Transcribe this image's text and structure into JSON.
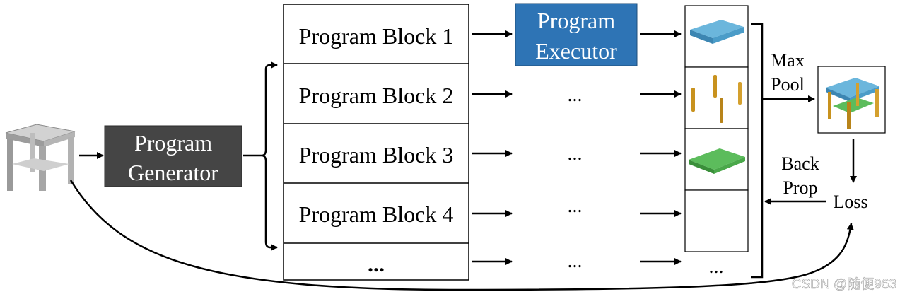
{
  "input_icon": "3d-table-model-icon",
  "generator": {
    "line1": "Program",
    "line2": "Generator"
  },
  "blocks": [
    {
      "label": "Program Block 1"
    },
    {
      "label": "Program Block 2"
    },
    {
      "label": "Program Block 3"
    },
    {
      "label": "Program Block 4"
    },
    {
      "label": "..."
    }
  ],
  "executor": {
    "line1": "Program",
    "line2": "Executor"
  },
  "middle_ellipses": [
    "...",
    "...",
    "...",
    "..."
  ],
  "output_ellipsis": "...",
  "output_icons": [
    "blue-tabletop-icon",
    "four-legs-icon",
    "green-shelf-icon",
    "empty-output",
    ""
  ],
  "max_pool": {
    "line1": "Max",
    "line2": "Pool"
  },
  "result_icon": "assembled-table-icon",
  "back_prop": {
    "line1": "Back",
    "line2": "Prop"
  },
  "loss_label": "Loss",
  "watermark": "CSDN @随便963",
  "colors": {
    "generator_fill": "#454545",
    "executor_fill": "#2e74b5",
    "top_blue": "#4b9cc8",
    "leg_gold": "#c8921e",
    "shelf_green": "#4aa84a"
  }
}
